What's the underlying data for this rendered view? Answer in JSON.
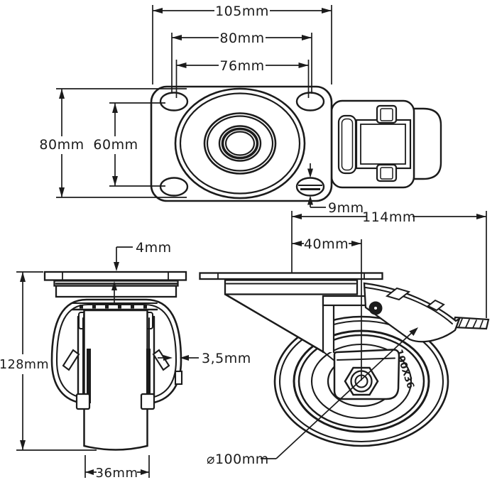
{
  "page": {
    "background": "#ffffff",
    "line_color": "#1b1b1b"
  },
  "views": {
    "top": {
      "name": "top view with mounting plate and brake pedal",
      "dims": {
        "overall_width": "105mm",
        "hole_edge_span": "80mm",
        "hole_spacing_h": "76mm",
        "plate_height": "80mm",
        "hole_spacing_v": "60mm",
        "hole_diameter": "9mm"
      }
    },
    "front": {
      "name": "front view of caster",
      "dims": {
        "plate_thickness": "4mm",
        "overall_height": "128mm",
        "bracket_thickness": "3,5mm",
        "wheel_width": "36mm"
      }
    },
    "side": {
      "name": "side view of caster with brake lever",
      "dims": {
        "overall_length": "114mm",
        "swivel_offset": "40mm",
        "wheel_diameter": "⌀100mm"
      },
      "wheel_marking": "100X36"
    }
  }
}
